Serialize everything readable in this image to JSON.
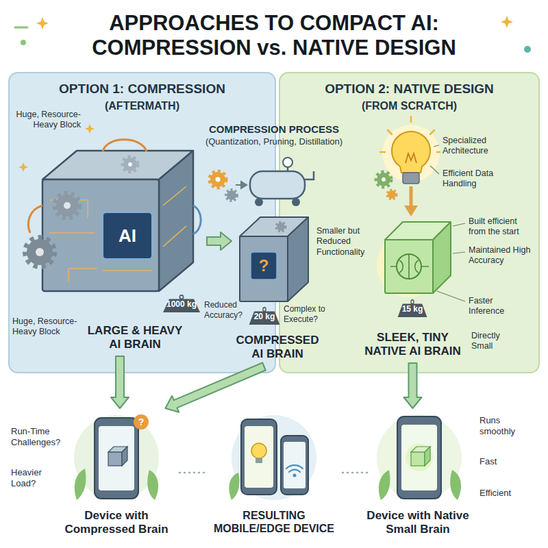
{
  "diagram": {
    "title": "APPROACHES TO COMPACT AI: COMPRESSION vs. NATIVE DESIGN",
    "nodes": [
      {
        "text": [
          "OPTION 1: COMPRESSION",
          "(AFTERMATH)"
        ]
      },
      {
        "text": [
          "OPTION 2: NATIVE DESIGN",
          "(FROM SCRATCH)"
        ]
      },
      {
        "text": [
          "AI",
          "LARGE & HEAVY AI BRAIN"
        ],
        "in": 0
      },
      {
        "text": [
          "1000 kg"
        ],
        "in": 0
      },
      {
        "text": [
          "?",
          "COMPRESSED AI BRAIN"
        ]
      },
      {
        "text": [
          "20 kg"
        ]
      },
      {
        "text": [
          "SLEEK, TINY NATIVE AI BRAIN"
        ],
        "in": 1
      },
      {
        "text": [
          "15 kg"
        ],
        "in": 1
      },
      {
        "text": [
          "Device with Compressed Brain"
        ]
      },
      {
        "text": [
          "RESULTING MOBILE/EDGE DEVICE"
        ]
      },
      {
        "text": [
          "Device with Native Small Brain"
        ]
      }
    ],
    "edges": [
      {
        "from": 2,
        "to": 4,
        "arrow": "to"
      },
      {
        "from": 2,
        "to": 8,
        "arrow": "to"
      },
      {
        "from": 4,
        "to": 8,
        "arrow": "to"
      },
      {
        "from": 6,
        "to": 10,
        "arrow": "to"
      }
    ],
    "labels": [
      "Huge, Resource-Heavy Block",
      "COMPRESSION PROCESS",
      "(Quantization, Pruning, Distillation)",
      "Reduced Accuracy?",
      "Smaller but Reduced Functionality",
      "Complex to Execute?",
      "Huge, Resource-Heavy Block",
      "Specialized Architecture",
      "Efficient Data Handling",
      "Built efficient from the start",
      "Maintained High Accuracy",
      "Faster Inference",
      "Directly Small",
      "?",
      "Run-Time Challenges?",
      "Heavier Load?",
      "Runs smoothly",
      "Fast",
      "Efficient"
    ]
  }
}
